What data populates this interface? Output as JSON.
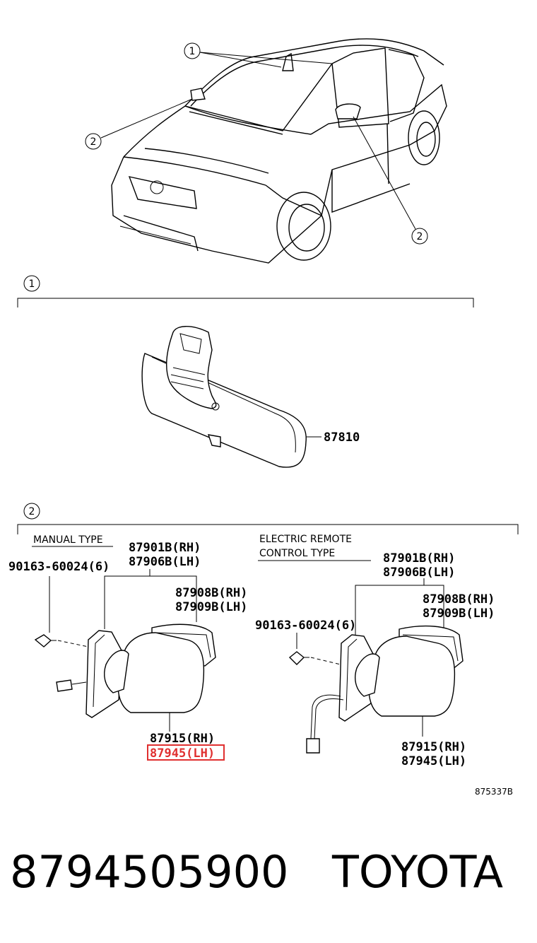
{
  "callouts": {
    "one": "1",
    "two": "2"
  },
  "rear_view_mirror": {
    "part": "87810"
  },
  "manual_type": {
    "heading": "MANUAL TYPE",
    "screw": "90163-60024(6)",
    "housing_rh": "87901B(RH)",
    "housing_lh": "87906B(LH)",
    "cover_rh": "87908B(RH)",
    "cover_lh": "87909B(LH)",
    "mirror_rh": "87915(RH)",
    "mirror_lh": "87945(LH)"
  },
  "electric_type": {
    "heading_line1": "ELECTRIC REMOTE",
    "heading_line2": "CONTROL TYPE",
    "screw": "90163-60024(6)",
    "housing_rh": "87901B(RH)",
    "housing_lh": "87906B(LH)",
    "cover_rh": "87908B(RH)",
    "cover_lh": "87909B(LH)",
    "mirror_rh": "87915(RH)",
    "mirror_lh": "87945(LH)"
  },
  "figure_code": "875337B",
  "footer": {
    "part_number": "8794505900",
    "brand": "TOYOTA"
  },
  "colors": {
    "highlight": "#e03030"
  }
}
